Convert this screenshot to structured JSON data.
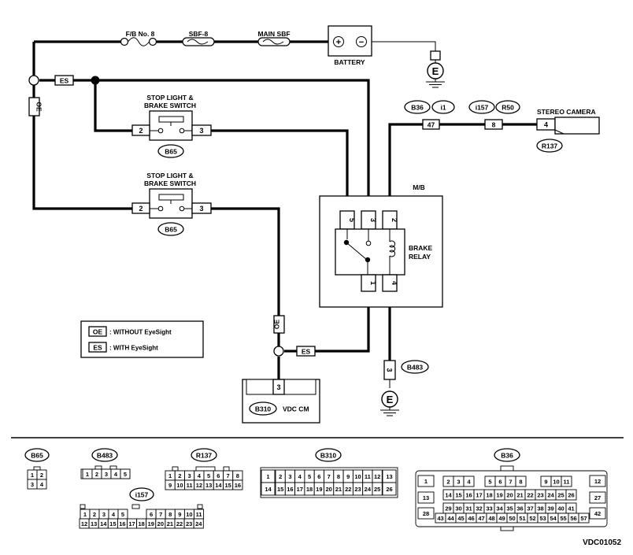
{
  "fuses": [
    {
      "id": "fb8",
      "label": "F/B No. 8"
    },
    {
      "id": "sbf8",
      "label": "SBF-8"
    },
    {
      "id": "mainsbf",
      "label": "MAIN SBF"
    }
  ],
  "battery": {
    "label": "BATTERY",
    "plus": "+",
    "minus": "−"
  },
  "ground_label": "E",
  "wire_tags": {
    "es": "ES",
    "oe": "OE"
  },
  "switches": [
    {
      "id": "upper",
      "label1": "STOP LIGHT &",
      "label2": "BRAKE SWITCH",
      "pin_left": "2",
      "pin_right": "3",
      "connector": "B65"
    },
    {
      "id": "lower",
      "label1": "STOP LIGHT &",
      "label2": "BRAKE SWITCH",
      "pin_left": "2",
      "pin_right": "3",
      "connector": "B65"
    }
  ],
  "relay_box": {
    "title": "M/B",
    "relay_label1": "BRAKE",
    "relay_label2": "RELAY",
    "pins_top": [
      "5",
      "3",
      "2"
    ],
    "pins_bottom": [
      "1",
      "4"
    ]
  },
  "stereo": {
    "label": "STEREO CAMERA",
    "pin": "4",
    "connector": "R137",
    "inline_pins": [
      "47",
      "8"
    ],
    "inline_connectors": [
      "B36",
      "i1",
      "i157",
      "R50"
    ]
  },
  "vdc": {
    "label": "VDC CM",
    "pin": "3",
    "connector": "B310"
  },
  "ground_conn": {
    "pin": "3",
    "connector": "B483"
  },
  "legend": [
    {
      "tag": "OE",
      "text": ": WITHOUT EyeSight"
    },
    {
      "tag": "ES",
      "text": ": WITH EyeSight"
    }
  ],
  "connector_views": {
    "b65": {
      "name": "B65",
      "rows": [
        [
          "1",
          "2"
        ],
        [
          "3",
          "4"
        ]
      ]
    },
    "b483": {
      "name": "B483",
      "rows": [
        [
          "1",
          "2",
          "3",
          "4",
          "5"
        ]
      ]
    },
    "r137": {
      "name": "R137",
      "rows": [
        [
          "1",
          "2",
          "3",
          "4",
          "5",
          "6",
          "7",
          "8"
        ],
        [
          "9",
          "10",
          "11",
          "12",
          "13",
          "14",
          "15",
          "16"
        ]
      ]
    },
    "i157": {
      "name": "i157",
      "rows": [
        [
          "1",
          "2",
          "3",
          "4",
          "5",
          "6",
          "7",
          "8",
          "9",
          "10",
          "11"
        ],
        [
          "12",
          "13",
          "14",
          "15",
          "16",
          "17",
          "18",
          "19",
          "20",
          "21",
          "22",
          "23",
          "24"
        ]
      ]
    },
    "b310": {
      "name": "B310",
      "left": [
        "1",
        "14"
      ],
      "right": [
        "13",
        "26"
      ],
      "rows": [
        [
          "2",
          "3",
          "4",
          "5",
          "6",
          "7",
          "8",
          "9",
          "10",
          "11",
          "12"
        ],
        [
          "15",
          "16",
          "17",
          "18",
          "19",
          "20",
          "21",
          "22",
          "23",
          "24",
          "25"
        ]
      ]
    },
    "b36": {
      "name": "B36",
      "left": [
        "1",
        "13",
        "28"
      ],
      "right": [
        "12",
        "27",
        "42"
      ],
      "row1": [
        [
          "2",
          "3",
          "4"
        ],
        [
          "5",
          "6",
          "7",
          "8"
        ],
        [
          "9",
          "10",
          "11"
        ]
      ],
      "row2": [
        "14",
        "15",
        "16",
        "17",
        "18",
        "19",
        "20",
        "21",
        "22",
        "23",
        "24",
        "25",
        "26"
      ],
      "row3": [
        "29",
        "30",
        "31",
        "32",
        "33",
        "34",
        "35",
        "36",
        "37",
        "38",
        "39",
        "40",
        "41"
      ],
      "row4": [
        "43",
        "44",
        "45",
        "46",
        "47",
        "48",
        "49",
        "50",
        "51",
        "52",
        "53",
        "54",
        "55",
        "56",
        "57"
      ]
    }
  },
  "figure_code": "VDC01052"
}
